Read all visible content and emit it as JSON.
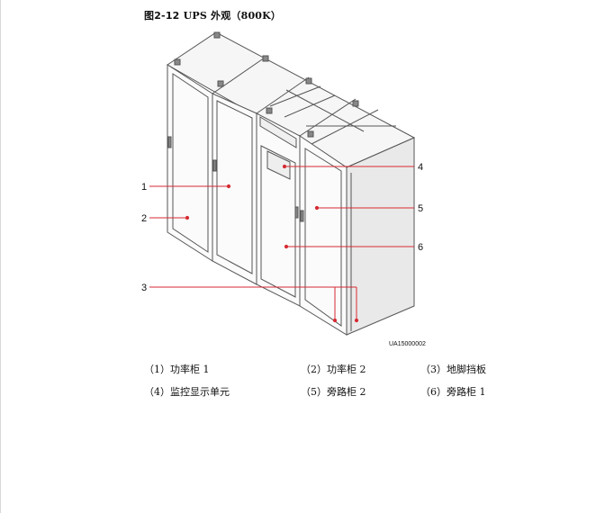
{
  "figure": {
    "caption_number": "图2-12",
    "caption_text": "UPS 外观（800K）",
    "image_id": "UA15000002",
    "callouts": [
      "1",
      "2",
      "3",
      "4",
      "5",
      "6"
    ]
  },
  "legend": [
    {
      "num": "（1）",
      "label": "功率柜 1"
    },
    {
      "num": "（2）",
      "label": "功率柜 2"
    },
    {
      "num": "（3）",
      "label": "地脚挡板"
    },
    {
      "num": "（4）",
      "label": "监控显示单元"
    },
    {
      "num": "（5）",
      "label": "旁路柜 2"
    },
    {
      "num": "（6）",
      "label": "旁路柜 1"
    }
  ],
  "colors": {
    "callout_line": "#d62a33",
    "outline": "#555555",
    "fill_light": "#f6f6f6",
    "fill_shade": "#e6e6e6"
  }
}
